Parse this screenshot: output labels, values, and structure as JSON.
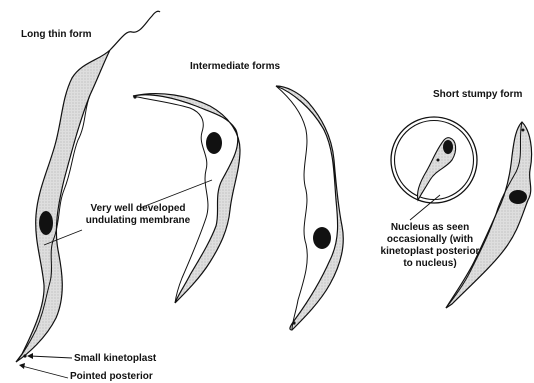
{
  "labels": {
    "long_thin": "Long thin form",
    "intermediate": "Intermediate forms",
    "short_stumpy": "Short stumpy form",
    "membrane_line1": "Very well developed",
    "membrane_line2": "undulating membrane",
    "nucleus_line1": "Nucleus as seen",
    "nucleus_line2": "occasionally (with",
    "nucleus_line3": "kinetoplast posterior",
    "nucleus_line4": "to nucleus)",
    "kinetoplast": "Small kinetoplast",
    "posterior": "Pointed posterior"
  },
  "colors": {
    "cell_fill": "#d9d9d9",
    "outline": "#111111",
    "nucleus": "#111111"
  }
}
